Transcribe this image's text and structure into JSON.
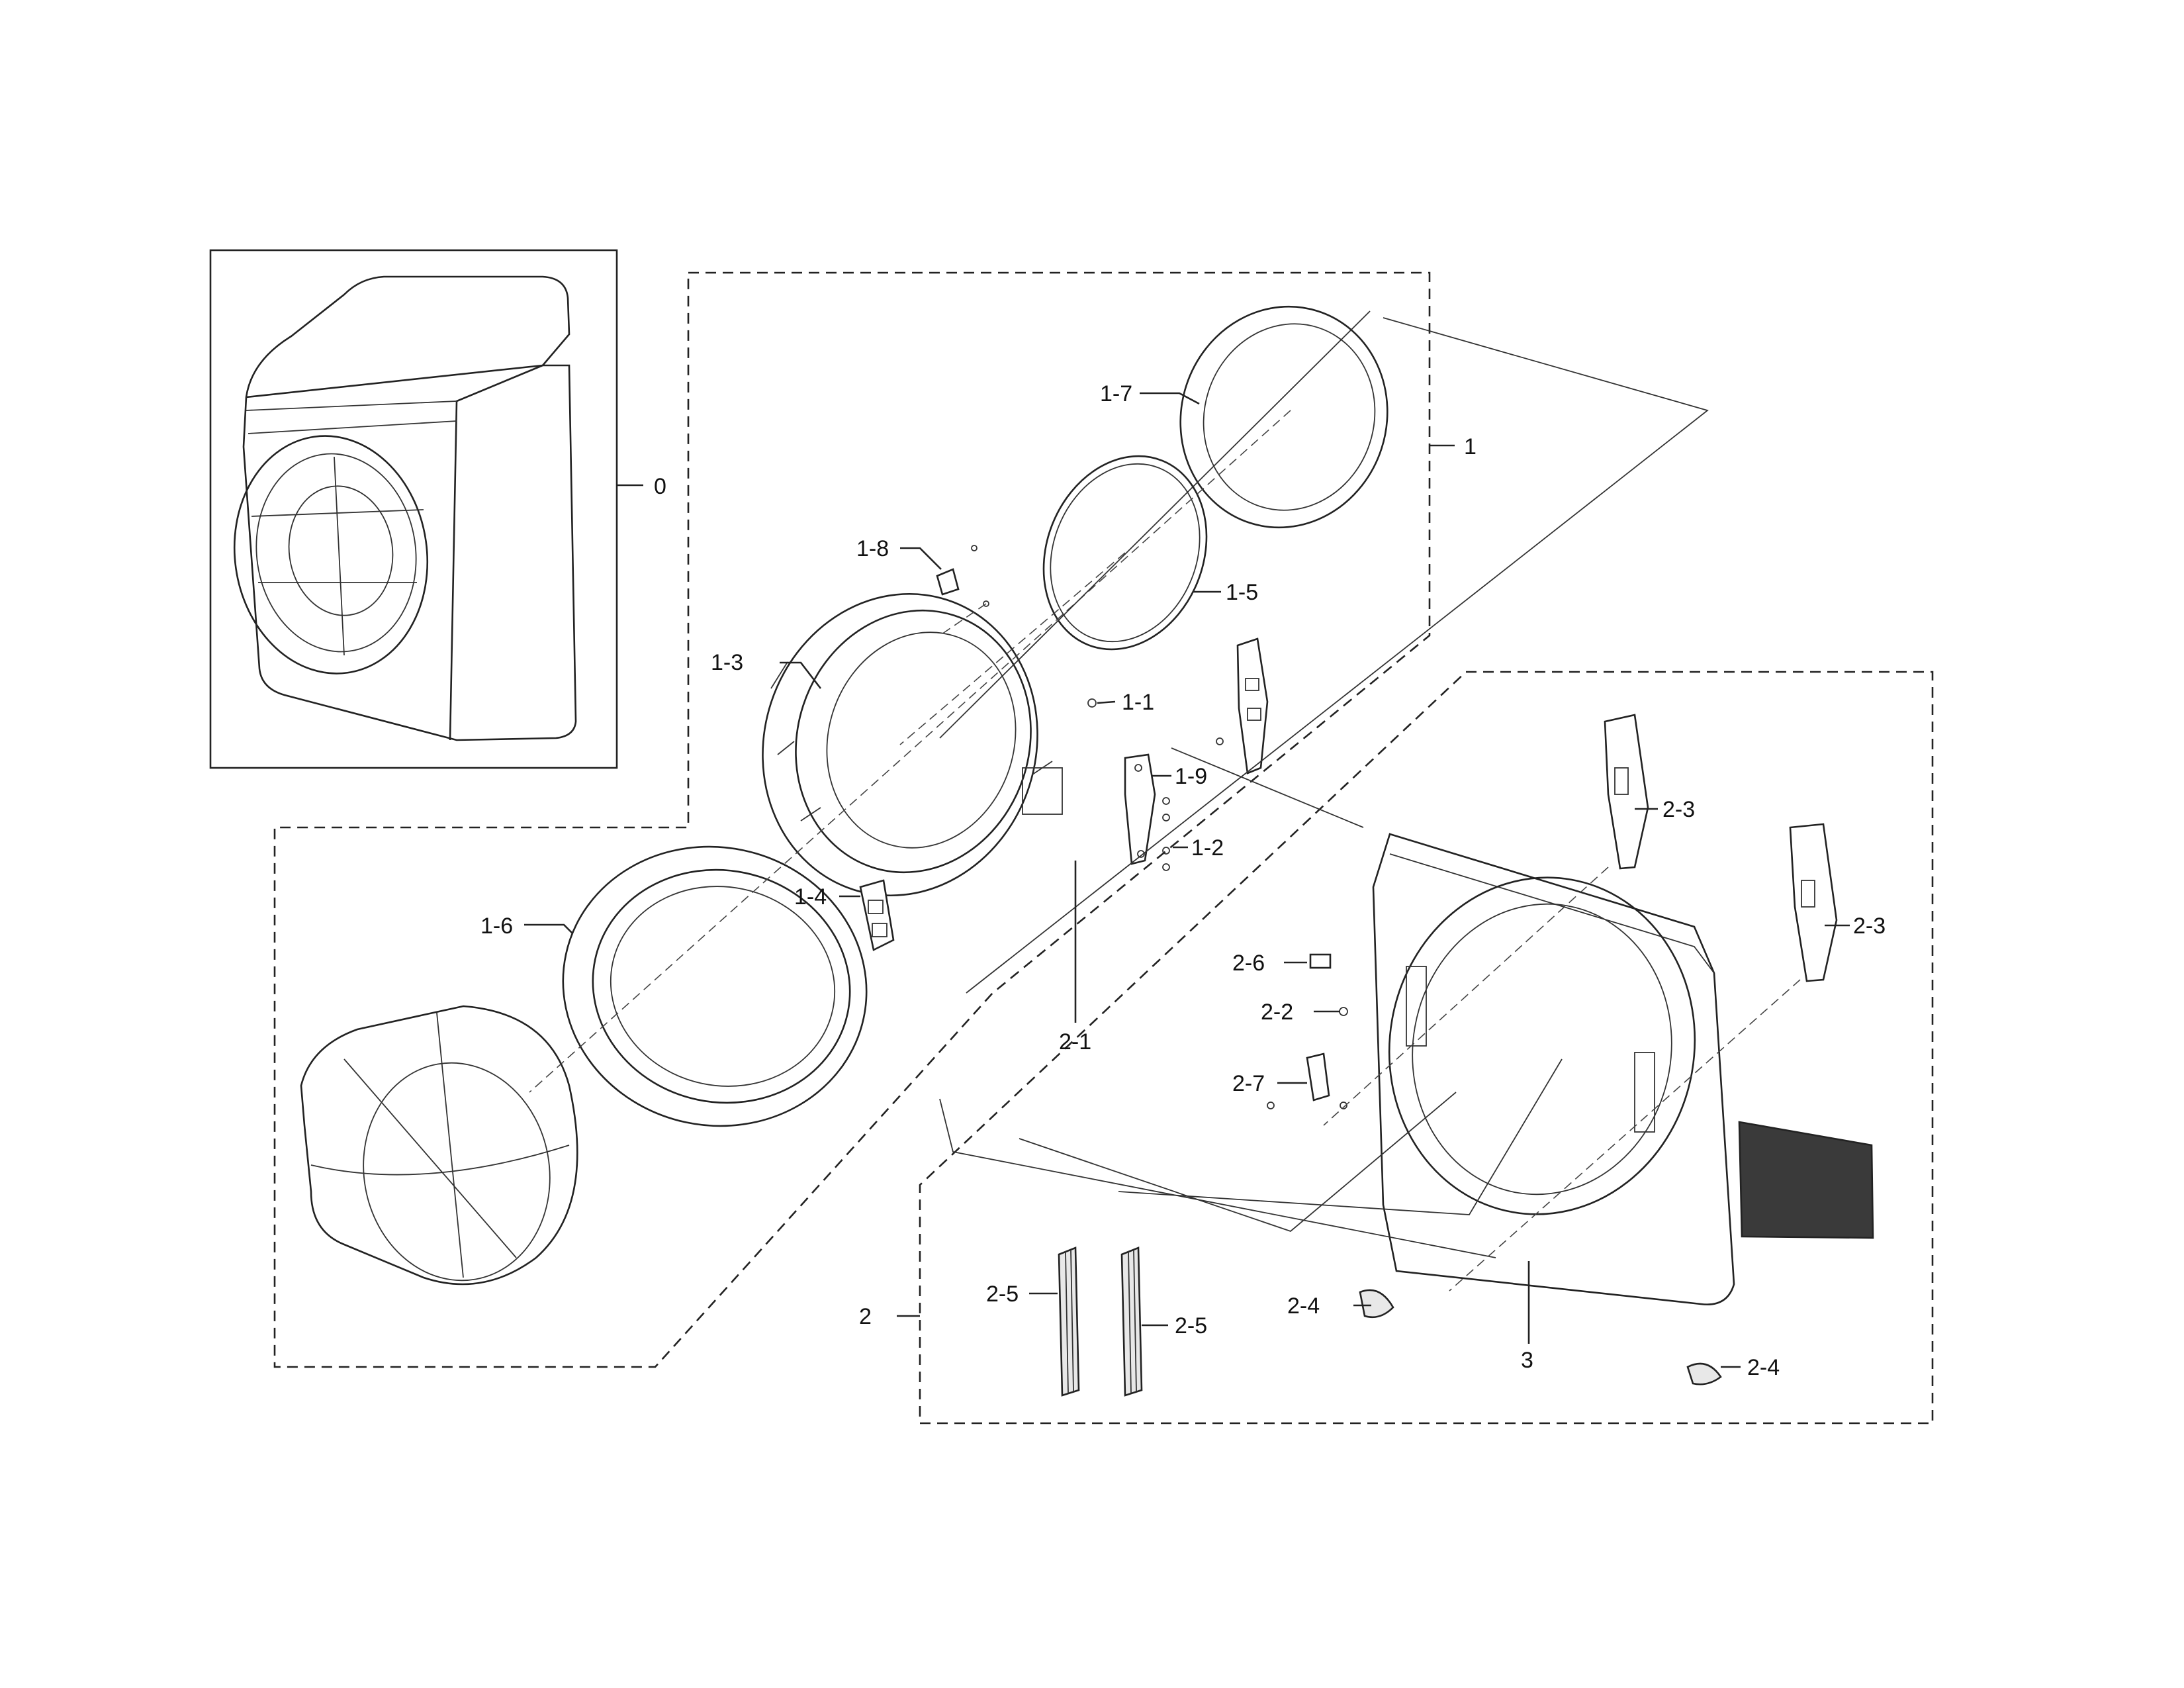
{
  "callouts": {
    "c0": "0",
    "c1": "1",
    "c1_1": "1-1",
    "c1_2": "1-2",
    "c1_3": "1-3",
    "c1_4": "1-4",
    "c1_5": "1-5",
    "c1_6": "1-6",
    "c1_7": "1-7",
    "c1_8": "1-8",
    "c1_9": "1-9",
    "c2": "2",
    "c2_1": "2-1",
    "c2_2": "2-2",
    "c2_3a": "2-3",
    "c2_3b": "2-3",
    "c2_4a": "2-4",
    "c2_4b": "2-4",
    "c2_5a": "2-5",
    "c2_5b": "2-5",
    "c2_6": "2-6",
    "c2_7": "2-7",
    "c3": "3"
  },
  "colors": {
    "line": "#222222",
    "filter_fill": "#3a3a3a",
    "background": "#ffffff"
  }
}
